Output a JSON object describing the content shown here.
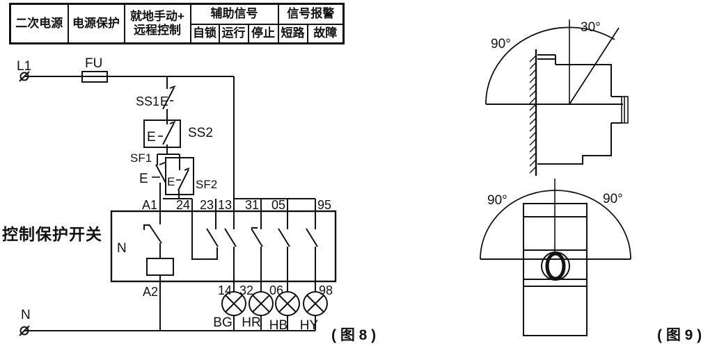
{
  "table": {
    "secondary_power": "二次电源",
    "power_protection": "电源保护",
    "local_manual_line1": "就地手动+",
    "local_manual_line2": "远程控制",
    "aux_signal": "辅助信号",
    "self_lock": "自锁",
    "run": "运行",
    "stop": "停止",
    "signal_alarm": "信号报警",
    "short_circuit": "短路",
    "fault": "故障"
  },
  "fig8": {
    "caption": "( 图 8 )",
    "line_label": "L1",
    "fuse_label": "FU",
    "neutral_label": "N",
    "device_label": "控制保护开关",
    "device_neutral": "N",
    "actuator": "E",
    "switches": [
      "SS1",
      "SS2",
      "SF1",
      "SF2"
    ],
    "terminals_top": [
      "A1",
      "24",
      "23",
      "13",
      "31",
      "05",
      "95"
    ],
    "terminals_bottom": [
      "A2",
      "14",
      "32",
      "06",
      "98"
    ],
    "lamps": [
      "BG",
      "HR",
      "HB",
      "HY"
    ]
  },
  "fig9": {
    "caption": "( 图 9 )",
    "top_left_angle": "90°",
    "top_right_angle": "30°",
    "bottom_left_angle": "90°",
    "bottom_right_angle": "90°"
  }
}
